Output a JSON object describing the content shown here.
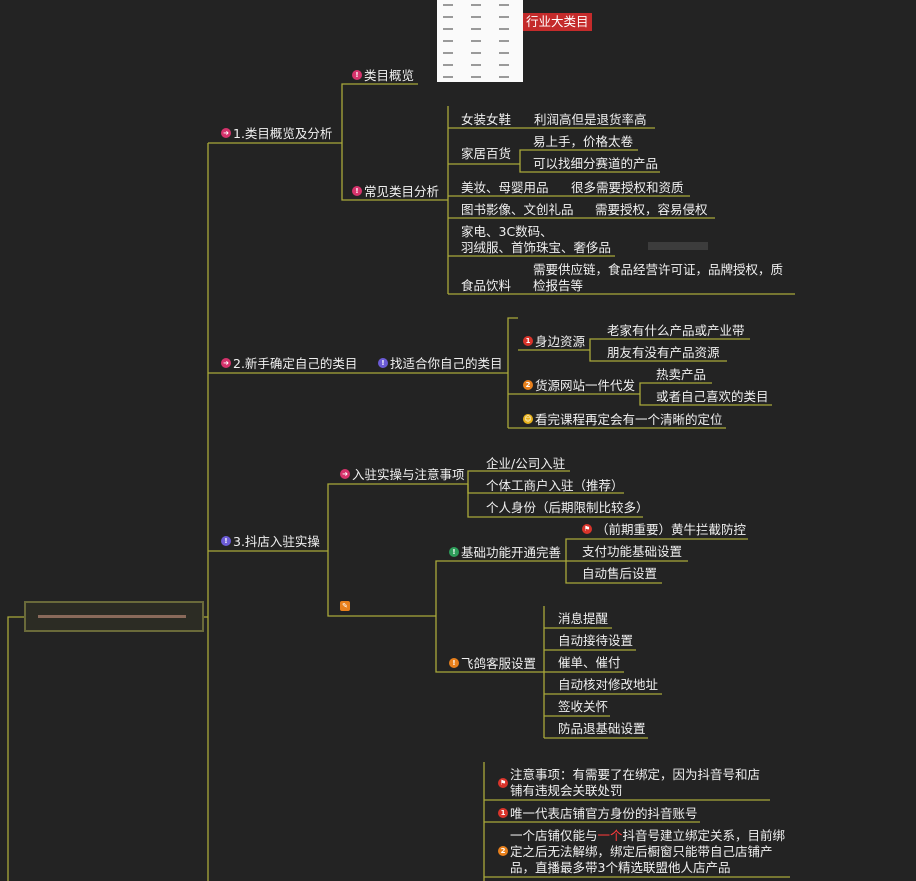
{
  "colors": {
    "background": "#232323",
    "line": "#a9a83a",
    "marker_pink": "#d6336c",
    "marker_red": "#d9342b",
    "highlight": "#ff3b3b"
  },
  "tag": "行业大类目",
  "b1": {
    "title": "1.类目概览及分析",
    "overview": "类目概览",
    "common": "常见类目分析",
    "items": [
      {
        "name": "女装女鞋",
        "desc": "利润高但是退货率高"
      },
      {
        "name": "家居百货",
        "desc1": "易上手，价格太卷",
        "desc2": "可以找细分赛道的产品"
      },
      {
        "name": "美妆、母婴用品",
        "desc": "很多需要授权和资质"
      },
      {
        "name": "图书影像、文创礼品",
        "desc": "需要授权，容易侵权"
      },
      {
        "name1": "家电、3C数码、",
        "name2": "羽绒服、首饰珠宝、奢侈品"
      },
      {
        "name": "食品饮料",
        "desc": "需要供应链，食品经营许可证，品牌授权，质检报告等"
      }
    ]
  },
  "b2": {
    "title": "2.新手确定自己的类目",
    "sub": "找适合你自己的类目",
    "items": [
      {
        "marker": "1",
        "label": "身边资源",
        "children": [
          "老家有什么产品或产业带",
          "朋友有没有产品资源"
        ]
      },
      {
        "marker": "2",
        "label": "货源网站一件代发",
        "children": [
          "热卖产品",
          "或者自己喜欢的类目"
        ]
      },
      {
        "marker": "",
        "label": "看完课程再定会有一个清晰的定位"
      }
    ]
  },
  "b3": {
    "title": "3.抖店入驻实操",
    "entry": {
      "label": "入驻实操与注意事项",
      "children": [
        "企业/公司入驻",
        "个体工商户入驻（推荐）",
        "个人身份（后期限制比较多）"
      ]
    },
    "basic": {
      "label": "基础功能开通完善",
      "children": [
        "（前期重要）黄牛拦截防控",
        "支付功能基础设置",
        "自动售后设置"
      ]
    },
    "cs": {
      "label": "飞鸽客服设置",
      "children": [
        "消息提醒",
        "自动接待设置",
        "催单、催付",
        "自动核对修改地址",
        "签收关怀",
        "防品退基础设置"
      ]
    }
  },
  "b4": {
    "notes": [
      {
        "marker": "flag",
        "text": "注意事项：有需要了在绑定，因为抖音号和店铺有违规会关联处罚"
      },
      {
        "marker": "1",
        "text": "唯一代表店铺官方身份的抖音账号"
      },
      {
        "marker": "2",
        "text_pre": "一个店铺仅能与",
        "text_hl": "一个",
        "text_post": "抖音号建立绑定关系，目前绑定之后无法解绑，绑定后橱窗只能带自己店铺产品，直播最多带3个精选联盟他人店产品"
      }
    ]
  }
}
